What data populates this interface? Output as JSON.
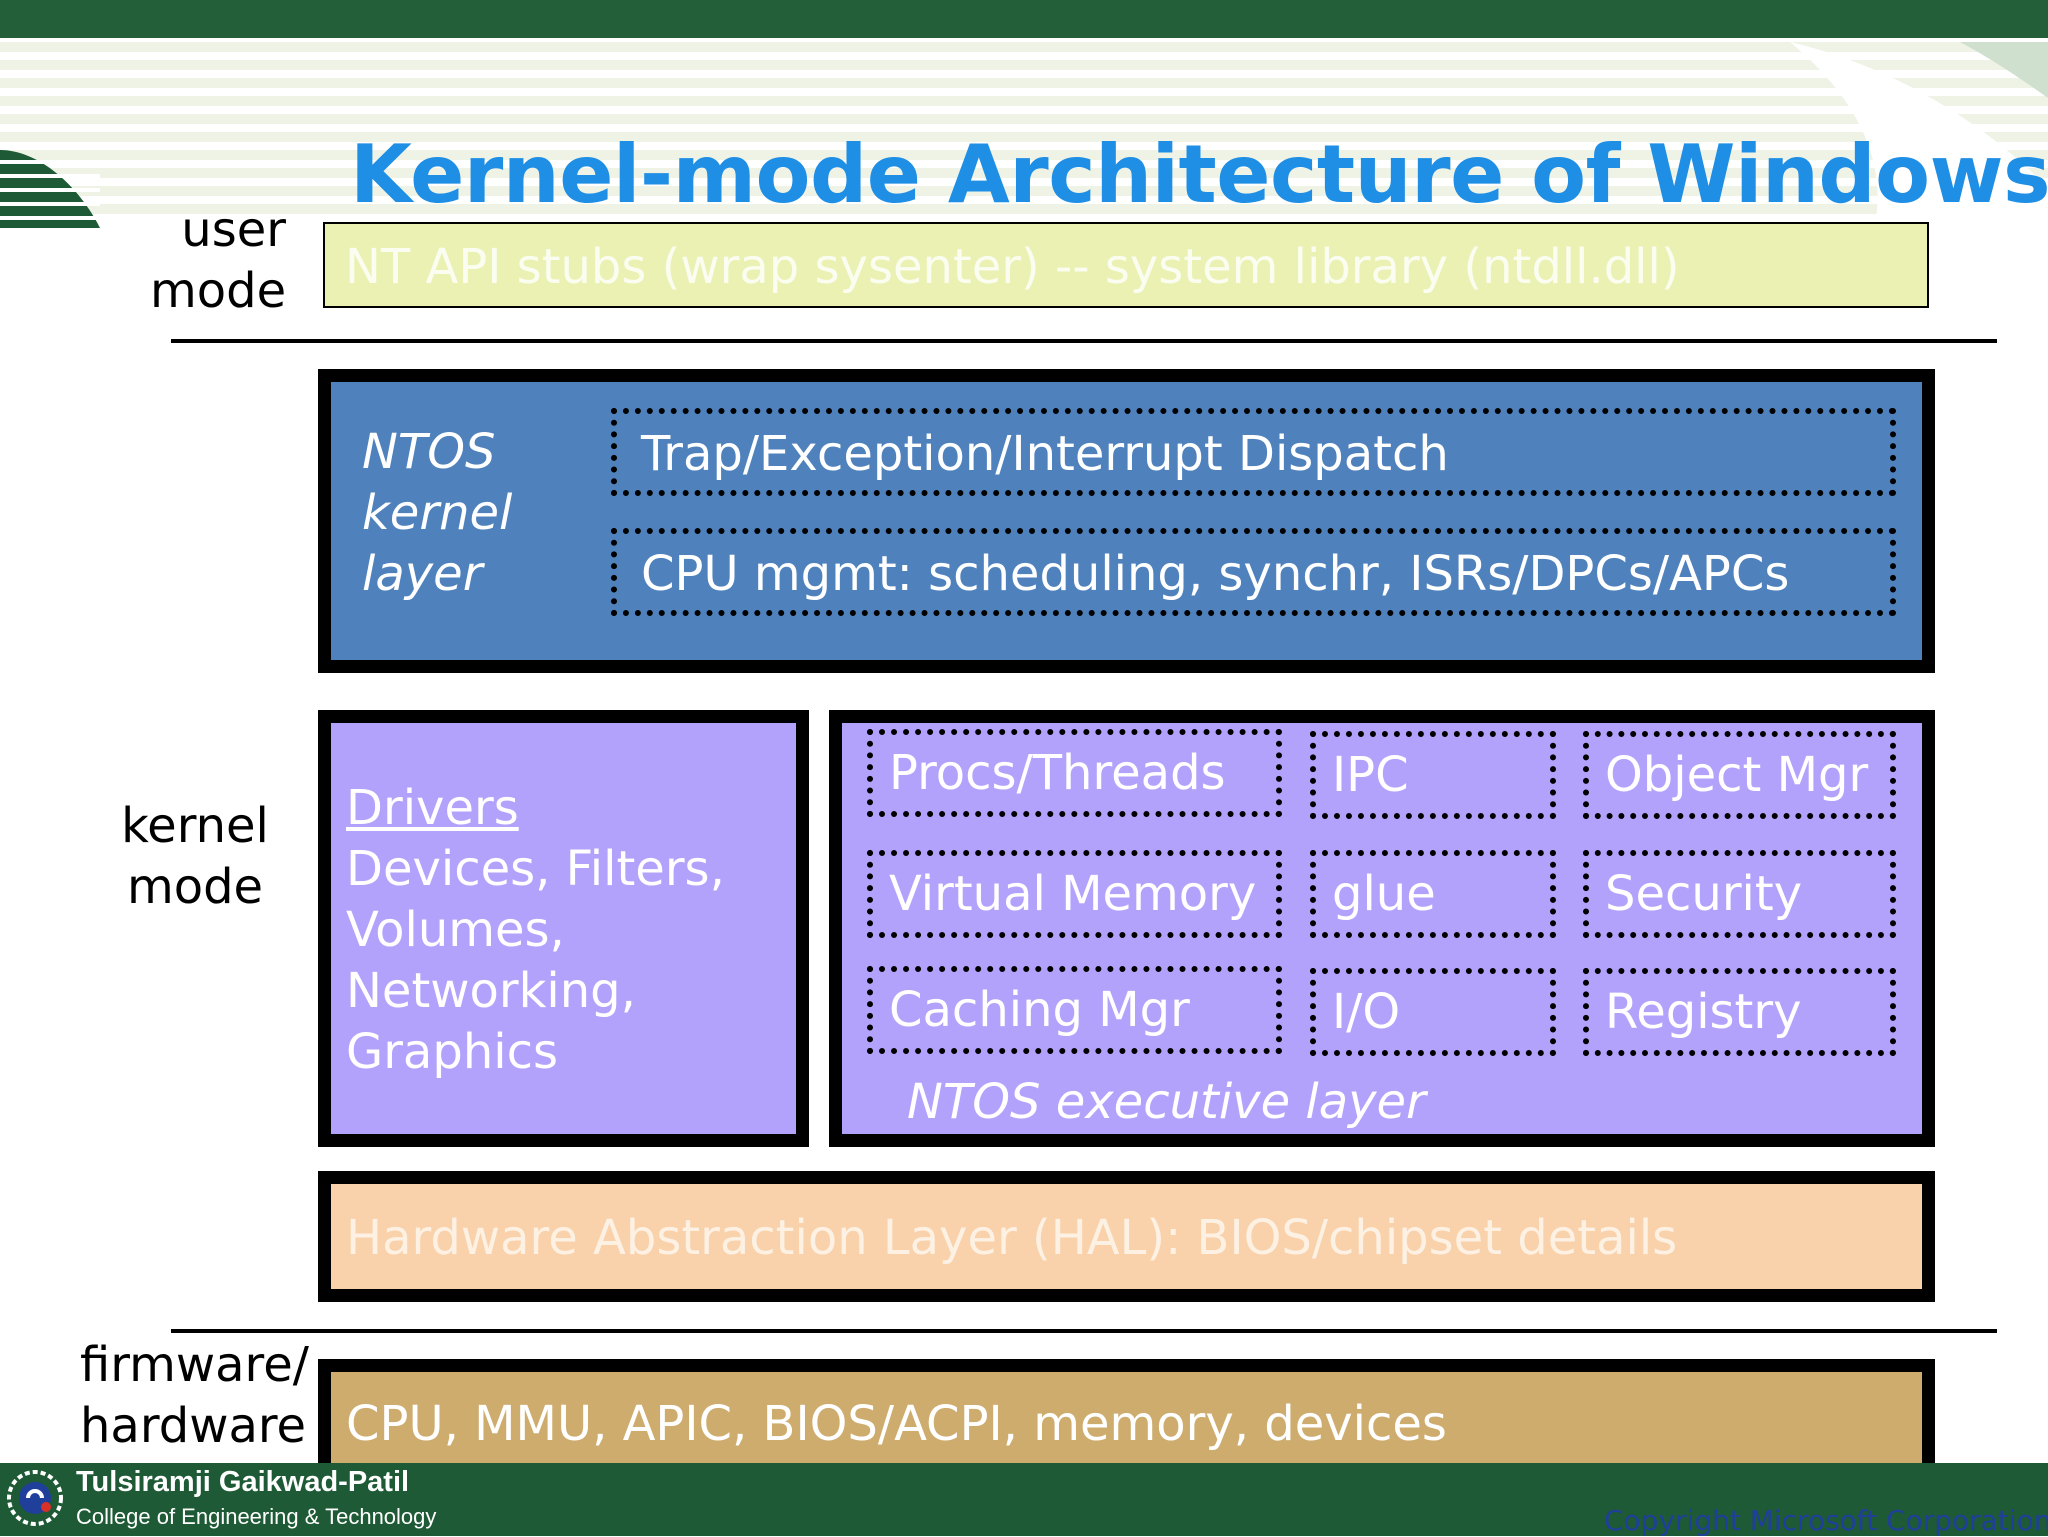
{
  "title": "Kernel-mode Architecture of Windows",
  "side_labels": {
    "user_mode": [
      "user",
      "mode"
    ],
    "kernel_mode": [
      "kernel",
      "mode"
    ],
    "firmware_hardware": [
      "firmware/",
      "hardware"
    ]
  },
  "user_layer": {
    "text": "NT API stubs (wrap sysenter)  --  system library (ntdll.dll)"
  },
  "ntos_kernel_layer": {
    "label": [
      "NTOS",
      "kernel",
      "layer"
    ],
    "items": [
      "Trap/Exception/Interrupt Dispatch",
      "CPU mgmt:  scheduling, synchr, ISRs/DPCs/APCs"
    ]
  },
  "drivers": {
    "title": "Drivers",
    "lines": [
      "Devices, Filters,",
      "Volumes,",
      "Networking,",
      "Graphics"
    ]
  },
  "ntos_executive_layer": {
    "label": "NTOS executive layer",
    "cells": [
      [
        "Procs/Threads",
        "IPC",
        "Object Mgr"
      ],
      [
        "Virtual Memory",
        "glue",
        "Security"
      ],
      [
        "Caching Mgr",
        "I/O",
        "Registry"
      ]
    ]
  },
  "hal": {
    "text": "Hardware Abstraction Layer (HAL):  BIOS/chipset details"
  },
  "hardware": {
    "text": "CPU, MMU, APIC, BIOS/ACPI, memory, devices"
  },
  "footer": {
    "college_name": "Tulsiramji Gaikwad-Patil",
    "college_sub": "College of Engineering & Technology",
    "copyright": "Copyright Microsoft Corporation"
  },
  "colors": {
    "title": "#1f8fe5",
    "top_bar": "#23603a",
    "user_layer": "#eaf1b2",
    "kernel_layer": "#4f81bd",
    "drivers_executive": "#b3a2fc",
    "hal": "#f9d1aa",
    "hardware": "#cdac6e",
    "copyright": "#1f3f9a"
  }
}
